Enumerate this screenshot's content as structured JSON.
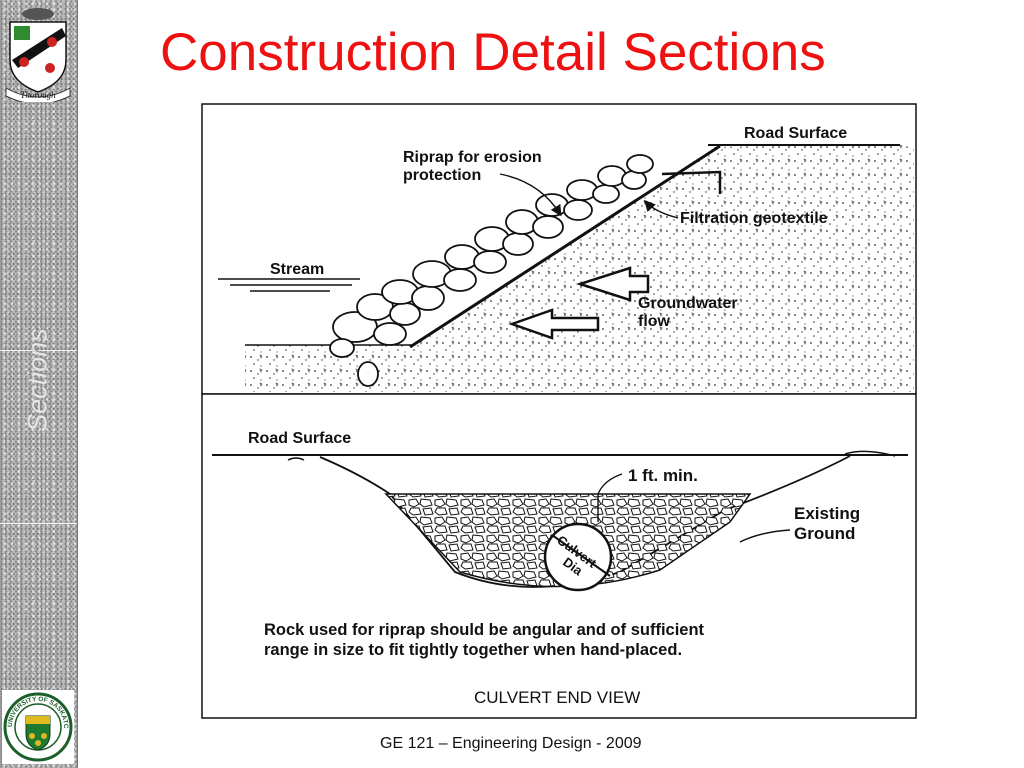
{
  "slide": {
    "title": "Construction Detail Sections",
    "side_title": "Sections",
    "footer": "GE 121 – Engineering Design - 2009"
  },
  "crest_top": {
    "icon": "thorough-crest-icon",
    "motto": "Thorough"
  },
  "crest_bottom": {
    "icon": "university-of-saskatchewan-crest-icon",
    "ring_text": "UNIVERSITY OF SASKATCHEWAN"
  },
  "diagram_top": {
    "road_surface": "Road Surface",
    "riprap_line1": "Riprap for erosion",
    "riprap_line2": "protection",
    "geotextile": "Filtration geotextile",
    "stream": "Stream",
    "groundwater_line1": "Groundwater",
    "groundwater_line2": "flow"
  },
  "diagram_bottom": {
    "road_surface": "Road Surface",
    "min_cover": "1 ft. min.",
    "existing_line1": "Existing",
    "existing_line2": "Ground",
    "culvert_line1": "Culvert",
    "culvert_line2": "Dia",
    "note_line1": "Rock used for riprap should be angular and of sufficient",
    "note_line2": "range in size to fit tightly together when hand-placed.",
    "caption": "CULVERT END VIEW"
  }
}
